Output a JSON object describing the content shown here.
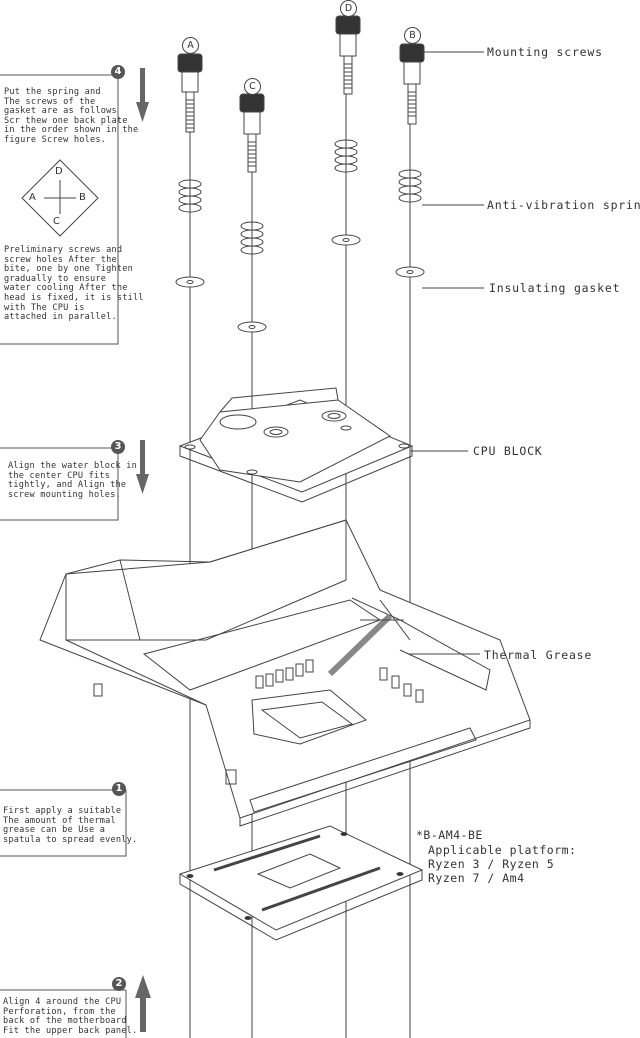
{
  "screw_labels": {
    "a": "A",
    "b": "B",
    "c": "C",
    "d": "D"
  },
  "callouts": {
    "mounting_screws": "Mounting screws",
    "anti_vibration_spring": "Anti-vibration spring",
    "insulating_gasket": "Insulating gasket",
    "cpu_block": "CPU BLOCK",
    "thermal_grease": "Thermal Grease"
  },
  "steps": {
    "step4": {
      "number": "4",
      "text_top": "Put the spring and\nThe screws of the\ngasket are as follows\nScr thew one back plate\nin the order shown in the\nfigure Screw holes.",
      "text_bottom": "Preliminary screws and\nscrew holes After the\nbite, one by one Tighten\ngradually to ensure\nwater cooling After the\nhead is fixed, it is still\nwith The CPU is\nattached in parallel."
    },
    "step3": {
      "number": "3",
      "text": "Align the water block in\nthe center CPU fits\ntightly, and Align the\nscrew mounting holes."
    },
    "step1": {
      "number": "1",
      "text": "First apply a suitable\nThe amount of thermal\ngrease can be Use a\nspatula to spread evenly."
    },
    "step2": {
      "number": "2",
      "text": "Align 4 around the CPU\nPerforation, from the\nback of the motherboard\nFit the upper back panel."
    }
  },
  "order_diagram": {
    "a": "A",
    "b": "B",
    "c": "C",
    "d": "D"
  },
  "platform": {
    "model": "*B-AM4-BE",
    "heading": "Applicable platform:",
    "line1": "Ryzen 3 / Ryzen 5",
    "line2": "Ryzen 7 / Am4"
  }
}
